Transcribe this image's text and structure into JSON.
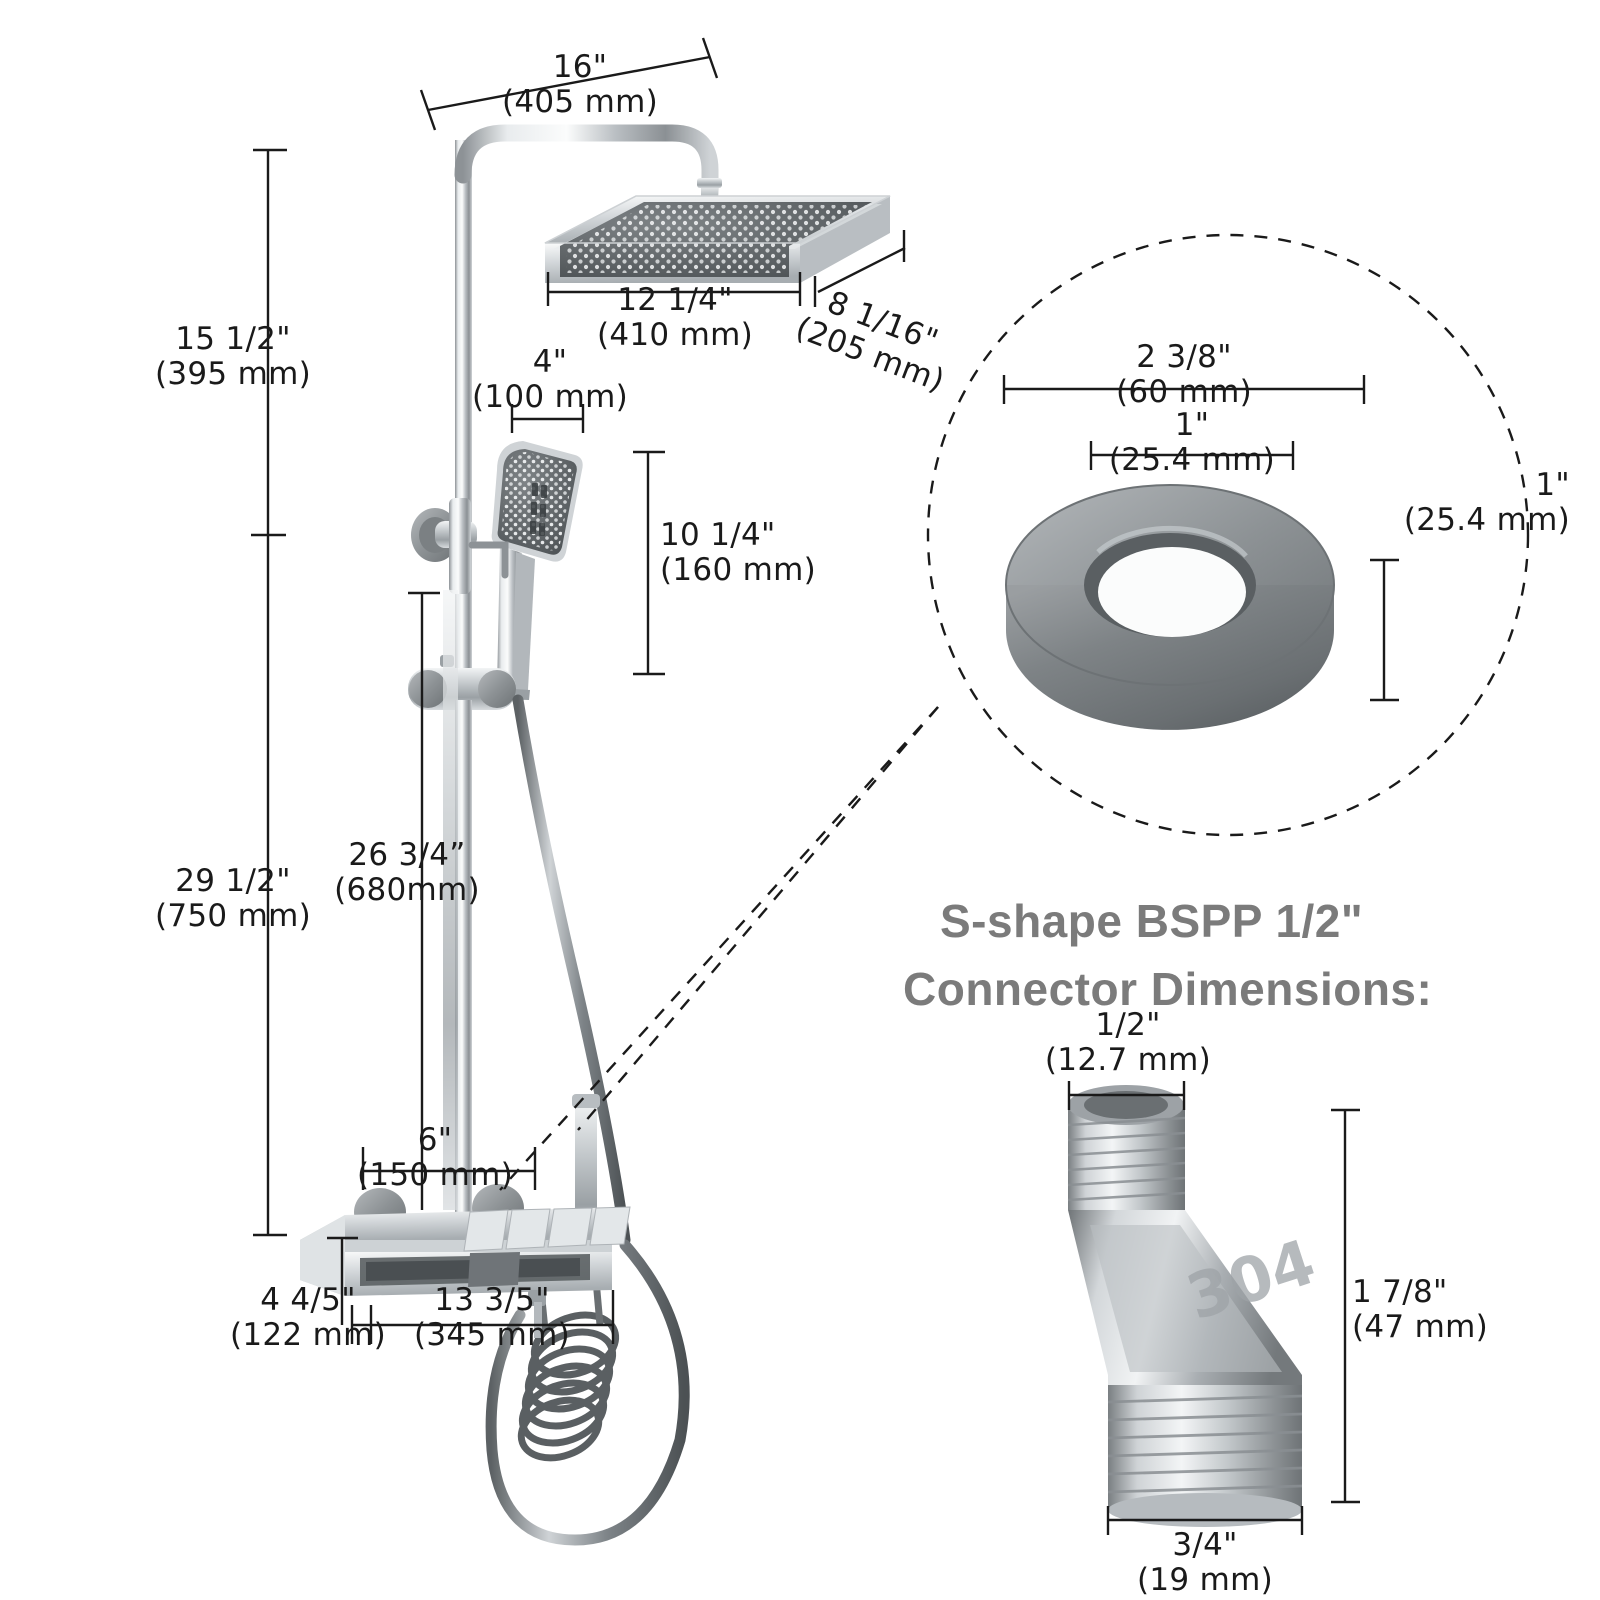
{
  "document": {
    "type": "product-dimension-diagram",
    "subject": "Thermostatic rain shower system with handheld shower",
    "background_color": "#ffffff",
    "line_color": "#1a1a1a",
    "title_color": "#7b7b7b"
  },
  "headings": {
    "connector_title_line1": "S-shape BSPP 1/2\"",
    "connector_title_line2": "Connector Dimensions:"
  },
  "dimensions": {
    "shower_arm_length": {
      "imperial": "16\"",
      "metric": "(405 mm)"
    },
    "rain_head_width": {
      "imperial": "12 1/4\"",
      "metric": "(410 mm)"
    },
    "rain_head_depth": {
      "imperial": "8 1/16\"",
      "metric": "(205 mm)"
    },
    "handheld_width": {
      "imperial": "4\"",
      "metric": "(100 mm)"
    },
    "handheld_height": {
      "imperial": "10 1/4\"",
      "metric": "(160 mm)"
    },
    "upper_riser": {
      "imperial": "15 1/2\"",
      "metric": "(395 mm)"
    },
    "lower_riser": {
      "imperial": "29 1/2\"",
      "metric": "(750 mm)"
    },
    "slide_bar_travel": {
      "imperial": "26 3/4”",
      "metric": "(680mm)"
    },
    "inlet_spacing": {
      "imperial": "6\"",
      "metric": "(150 mm)"
    },
    "valve_body_height": {
      "imperial": "4 4/5\"",
      "metric": "(122 mm)"
    },
    "valve_body_width": {
      "imperial": "13 3/5\"",
      "metric": "(345 mm)"
    }
  },
  "escutcheon_inset": {
    "outer_diameter": {
      "imperial": "2 3/8\"",
      "metric": "(60 mm)"
    },
    "bore_diameter": {
      "imperial": "1\"",
      "metric": "(25.4 mm)"
    },
    "height": {
      "imperial": "1\"",
      "metric": "(25.4 mm)"
    }
  },
  "connector": {
    "material_marking": "304",
    "thread_top": {
      "imperial": "1/2\"",
      "metric": "(12.7 mm)"
    },
    "thread_bottom": {
      "imperial": "3/4\"",
      "metric": "(19 mm)"
    },
    "overall_height": {
      "imperial": "1 7/8\"",
      "metric": "(47 mm)"
    }
  }
}
